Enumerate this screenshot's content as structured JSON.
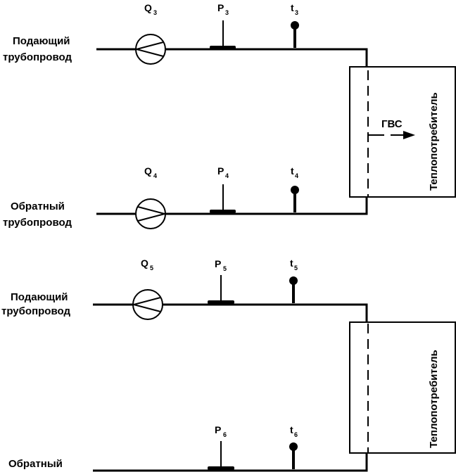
{
  "diagram": {
    "title": "Heat supply metering schematic",
    "colors": {
      "line": "#000000",
      "background": "#ffffff"
    },
    "systems": [
      {
        "supply": {
          "label_line1": "Подающий",
          "label_line2": "трубопровод",
          "flow_meter": {
            "symbol": "Q",
            "index": "3",
            "direction": "left"
          },
          "pressure": {
            "symbol": "P",
            "index": "3"
          },
          "temperature": {
            "symbol": "t",
            "index": "3"
          }
        },
        "return": {
          "label_line1": "Обратный",
          "label_line2": "трубопровод",
          "flow_meter": {
            "symbol": "Q",
            "index": "4",
            "direction": "right"
          },
          "pressure": {
            "symbol": "P",
            "index": "4"
          },
          "temperature": {
            "symbol": "t",
            "index": "4"
          }
        },
        "consumer": {
          "label": "Теплопотребитель",
          "hot_water_label": "ГВС"
        }
      },
      {
        "supply": {
          "label_line1": "Подающий",
          "label_line2": "трубопровод",
          "flow_meter": {
            "symbol": "Q",
            "index": "5",
            "direction": "left"
          },
          "pressure": {
            "symbol": "P",
            "index": "5"
          },
          "temperature": {
            "symbol": "t",
            "index": "5"
          }
        },
        "return": {
          "label_line1": "Обратный",
          "pressure": {
            "symbol": "P",
            "index": "6"
          },
          "temperature": {
            "symbol": "t",
            "index": "6"
          }
        },
        "consumer": {
          "label": "Теплопотребитель"
        }
      }
    ]
  }
}
